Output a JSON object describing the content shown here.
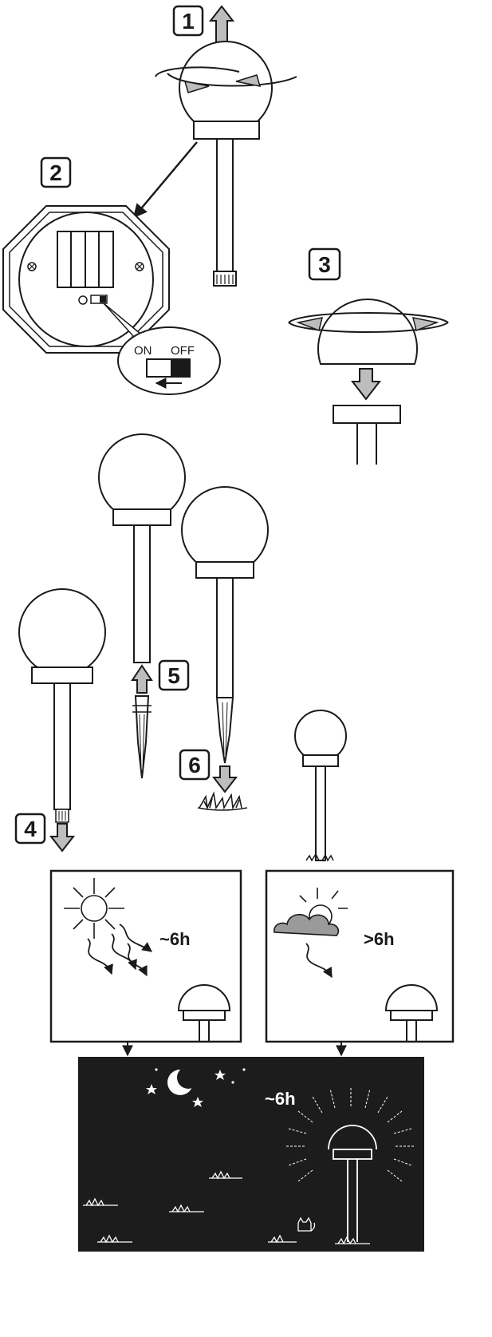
{
  "steps": {
    "step1": "1",
    "step2": "2",
    "step3": "3",
    "step4": "4",
    "step5": "5",
    "step6": "6"
  },
  "switch": {
    "on_label": "ON",
    "off_label": "OFF"
  },
  "charging": {
    "sunny_duration": "~6h",
    "cloudy_duration": ">6h"
  },
  "night": {
    "duration": "~6h"
  },
  "colors": {
    "ink": "#1a1a1a",
    "arrow_fill": "#bdbdbd",
    "cloud_fill": "#9a9a9a",
    "night_bg": "#1c1c1c",
    "night_ink": "#ffffff"
  }
}
